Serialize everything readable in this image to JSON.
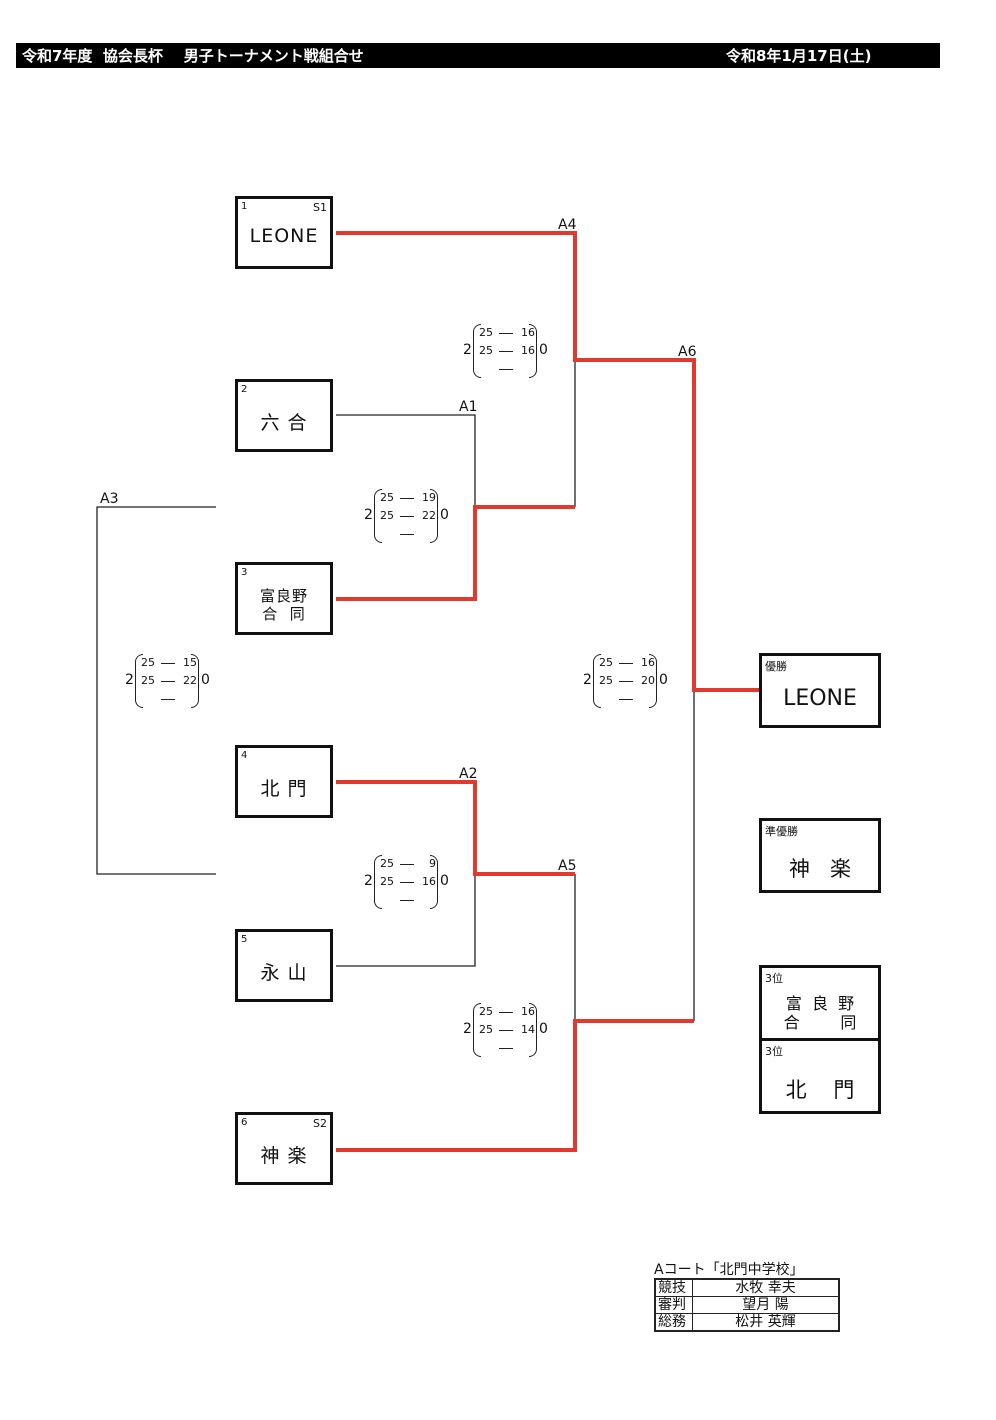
{
  "header": {
    "title": "令和7年度  協会長杯    男子トーナメント戦組合せ",
    "date": "令和8年1月17日(土)"
  },
  "colors": {
    "winner_line": "#e03a2f",
    "line": "#222222",
    "header_bg": "#000000",
    "header_text": "#ffffff"
  },
  "teams": [
    {
      "seed": "1",
      "slot": "S1",
      "name": "LEONE"
    },
    {
      "seed": "2",
      "slot": "",
      "name": "六 合"
    },
    {
      "seed": "3",
      "slot": "",
      "name": "富良野\n合  同"
    },
    {
      "seed": "4",
      "slot": "",
      "name": "北 門"
    },
    {
      "seed": "5",
      "slot": "",
      "name": "永 山"
    },
    {
      "seed": "6",
      "slot": "S2",
      "name": "神 楽"
    }
  ],
  "matches": [
    {
      "label": "A1",
      "winner_sets": "2",
      "loser_sets": "0",
      "sets": [
        [
          "25",
          "19"
        ],
        [
          "25",
          "22"
        ],
        [
          "",
          ""
        ]
      ]
    },
    {
      "label": "A2",
      "winner_sets": "2",
      "loser_sets": "0",
      "sets": [
        [
          "25",
          "9"
        ],
        [
          "25",
          "16"
        ],
        [
          "",
          ""
        ]
      ]
    },
    {
      "label": "A3",
      "winner_sets": "2",
      "loser_sets": "0",
      "sets": [
        [
          "25",
          "15"
        ],
        [
          "25",
          "22"
        ],
        [
          "",
          ""
        ]
      ]
    },
    {
      "label": "A4",
      "winner_sets": "2",
      "loser_sets": "0",
      "sets": [
        [
          "25",
          "16"
        ],
        [
          "25",
          "16"
        ],
        [
          "",
          ""
        ]
      ]
    },
    {
      "label": "A5",
      "winner_sets": "2",
      "loser_sets": "0",
      "sets": [
        [
          "25",
          "16"
        ],
        [
          "25",
          "14"
        ],
        [
          "",
          ""
        ]
      ]
    },
    {
      "label": "A6",
      "winner_sets": "2",
      "loser_sets": "0",
      "sets": [
        [
          "25",
          "16"
        ],
        [
          "25",
          "20"
        ],
        [
          "",
          ""
        ]
      ]
    }
  ],
  "results": {
    "champion": {
      "label": "優勝",
      "name": "LEONE"
    },
    "runner_up": {
      "label": "準優勝",
      "name": "神   楽"
    },
    "third_1": {
      "label": "3位",
      "name": "富  良  野\n合        同"
    },
    "third_2": {
      "label": "3位",
      "name": "北    門"
    }
  },
  "staff": {
    "court": "Aコート「北門中学校」",
    "rows": [
      {
        "role": "競技",
        "person": "水牧  幸夫"
      },
      {
        "role": "審判",
        "person": "望月  陽"
      },
      {
        "role": "総務",
        "person": "松井  英輝"
      }
    ]
  }
}
